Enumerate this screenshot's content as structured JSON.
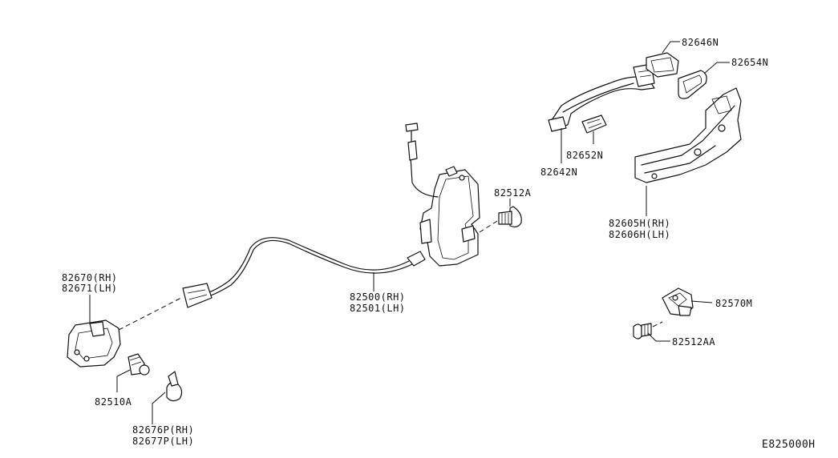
{
  "diagram_code": "E825000H",
  "parts": {
    "p82646N": "82646N",
    "p82654N": "82654N",
    "p82652N": "82652N",
    "p82642N": "82642N",
    "p82512A": "82512A",
    "p82605H": "82605H(RH)",
    "p82606H": "82606H(LH)",
    "p82670": "82670(RH)",
    "p82671": "82671(LH)",
    "p82500": "82500(RH)",
    "p82501": "82501(LH)",
    "p82570M": "82570M",
    "p82512AA": "82512AA",
    "p82510A": "82510A",
    "p82676P": "82676P(RH)",
    "p82677P": "82677P(LH)"
  }
}
